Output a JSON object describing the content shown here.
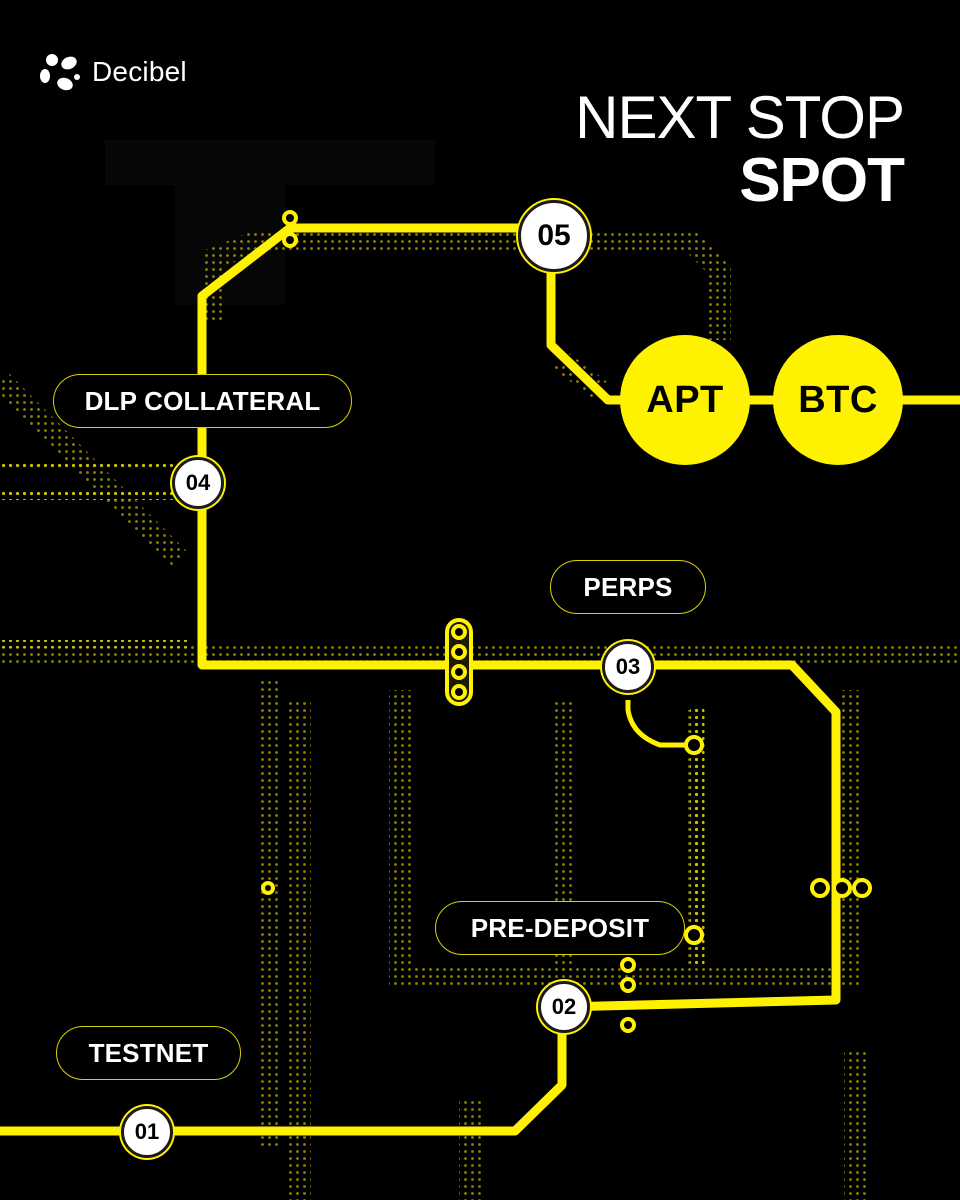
{
  "brand": {
    "name": "Decibel",
    "logo_icon": "decibel-logo-icon"
  },
  "headline": {
    "line1": "NEXT STOP",
    "line2": "SPOT"
  },
  "colors": {
    "background": "#000000",
    "accent": "#fff200",
    "text": "#ffffff"
  },
  "milestones": [
    {
      "number": "01",
      "label": "TESTNET"
    },
    {
      "number": "02",
      "label": "PRE-DEPOSIT"
    },
    {
      "number": "03",
      "label": "PERPS"
    },
    {
      "number": "04",
      "label": "DLP COLLATERAL"
    },
    {
      "number": "05",
      "label": ""
    }
  ],
  "tokens": [
    "APT",
    "BTC"
  ]
}
